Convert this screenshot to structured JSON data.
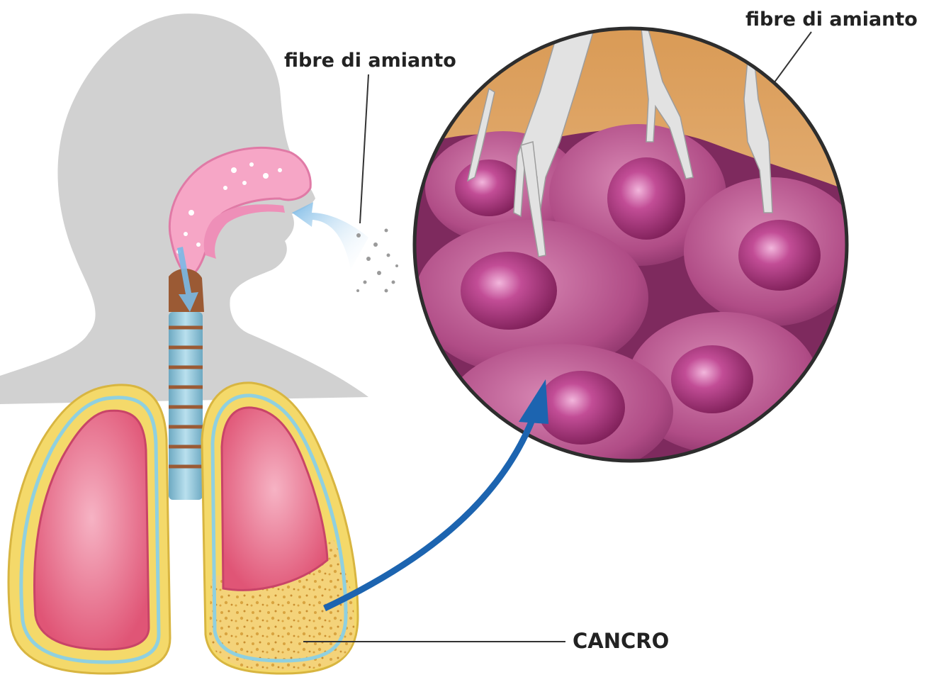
{
  "labels": {
    "inhaled_fibers": "fibre di amianto",
    "magnified_fibers": "fibre di amianto",
    "cancer": "CANCRO"
  },
  "colors": {
    "silhouette": "#c9c9c9",
    "airway": "#f6a6c6",
    "lung_tissue": "#e5607f",
    "lung_border": "#f4d96a",
    "pleura_line": "#8fd0e0",
    "tumor": "#f2cf72",
    "cells": "#b24e86",
    "nucleus": "#9c2a6c",
    "fibers": "#dcdcdc",
    "background_tissue": "#e7b478",
    "arrow": "#1c64b0",
    "trachea": "#8fc3d6",
    "trachea_rings": "#9b5a34"
  }
}
